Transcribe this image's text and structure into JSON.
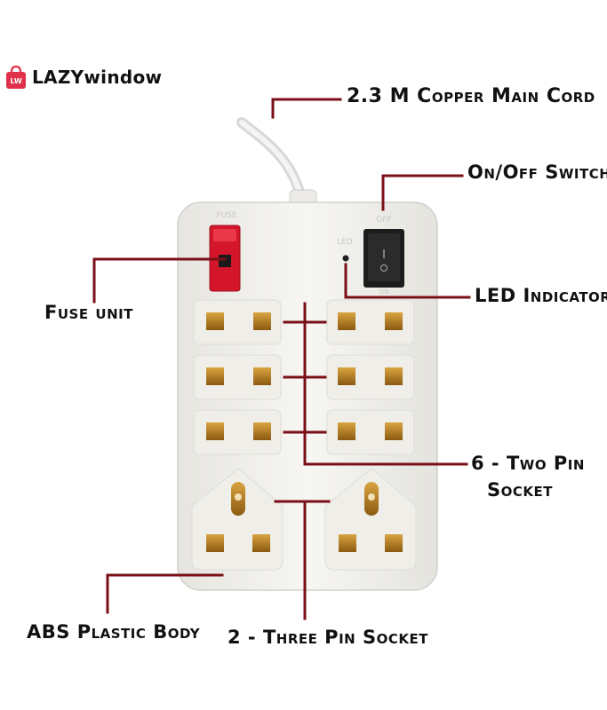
{
  "brand": {
    "name": "LAZYwindow",
    "icon": "shopping-bag-icon",
    "icon_letters": "LW"
  },
  "device": {
    "fuse_text": "FUSE",
    "led_text": "LED",
    "switch_off_text": "OFF",
    "switch_on_text": "ON"
  },
  "labels": {
    "cord": "2.3 M Copper Main Cord",
    "switch": "On/Off Switch",
    "fuse": "Fuse unit",
    "led": "LED Indicator",
    "two_pin_line1": "6 - Two Pin",
    "two_pin_line2": "Socket",
    "body": "ABS Plastic Body",
    "three_pin": "2 - Three Pin Socket"
  },
  "colors": {
    "leader": "#7a0f18",
    "fuse": "#d4162a",
    "brand": "#e0304a",
    "body": "#f1f0ec",
    "slot": "#b8860b"
  }
}
